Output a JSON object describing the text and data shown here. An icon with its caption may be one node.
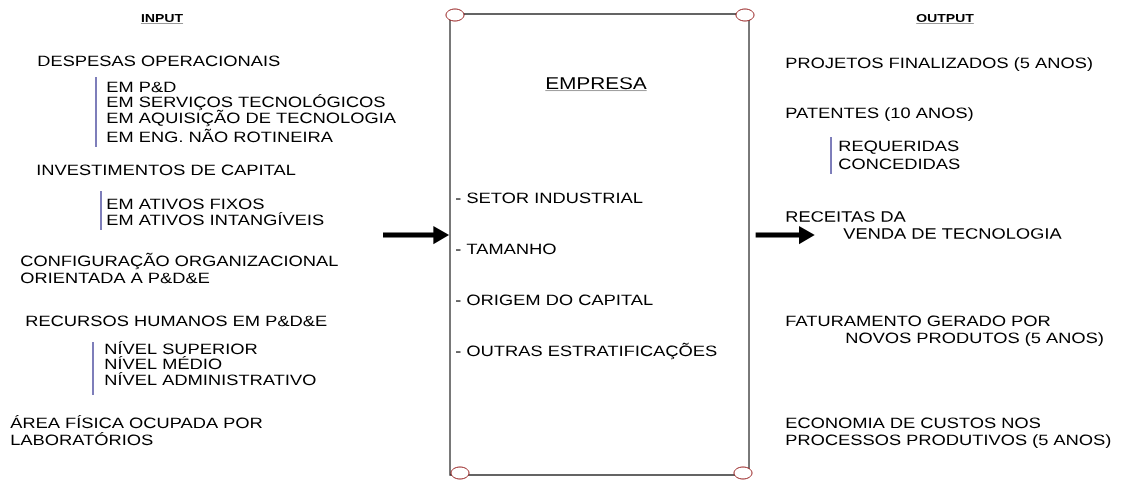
{
  "diagram": {
    "nodes": [
      {
        "text": [
          "EMPRESA",
          "- SETOR INDUSTRIAL",
          "- TAMANHO",
          "- ORIGEM DO CAPITAL",
          "- OUTRAS ESTRATIFICAÇÕES"
        ]
      },
      {
        "text": [
          "RECEITAS DA VENDA DE TECNOLOGIA"
        ]
      }
    ],
    "edges": [
      {
        "from": null,
        "to": 0,
        "arrow": "to"
      },
      {
        "from": 0,
        "to": 1,
        "arrow": "to"
      }
    ],
    "labels": [
      "INPUT",
      "DESPESAS OPERACIONAIS",
      "EM P&D",
      "EM SERVIÇOS TECNOLÓGICOS",
      "EM AQUISIÇÃO DE TECNOLOGIA",
      "EM ENG. NÃO ROTINEIRA",
      "INVESTIMENTOS DE CAPITAL",
      "EM ATIVOS FIXOS",
      "EM ATIVOS INTANGÍVEIS",
      "CONFIGURAÇÃO ORGANIZACIONAL ORIENTADA A P&D&E",
      "RECURSOS HUMANOS EM P&D&E",
      "NÍVEL SUPERIOR",
      "NÍVEL MÉDIO",
      "NÍVEL ADMINISTRATIVO",
      "ÁREA FÍSICA OCUPADA POR LABORATÓRIOS",
      "OUTPUT",
      "PROJETOS FINALIZADOS (5 ANOS)",
      "PATENTES (10 ANOS)",
      "REQUERIDAS",
      "CONCEDIDAS",
      "FATURAMENTO GERADO POR NOVOS PRODUTOS (5 ANOS)",
      "ECONOMIA DE CUSTOS NOS PROCESSOS PRODUTIVOS (5 ANOS)"
    ]
  }
}
